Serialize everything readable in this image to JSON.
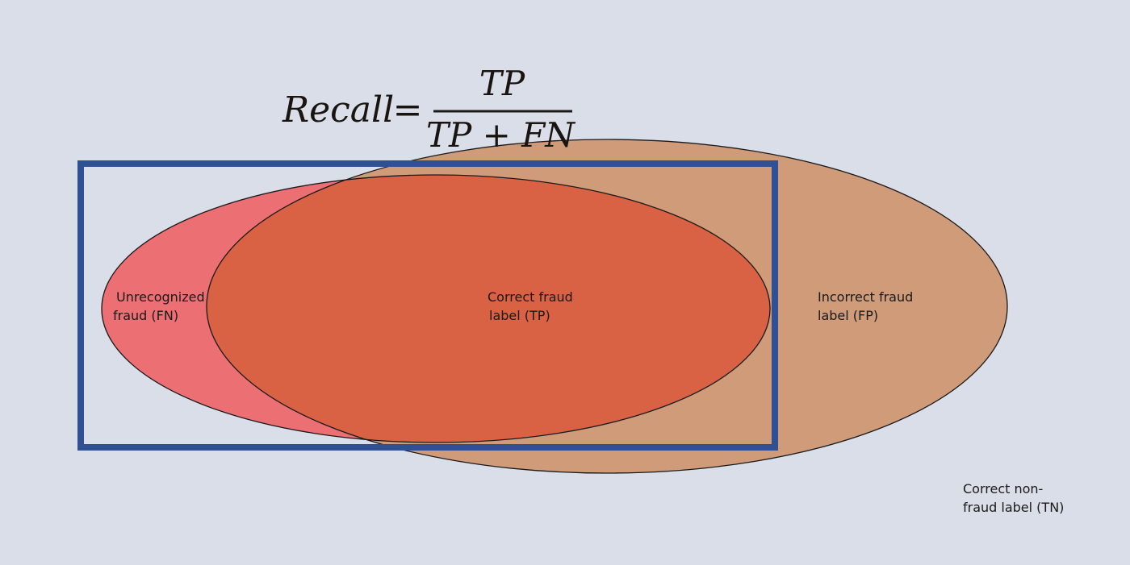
{
  "formula": {
    "lhs": "Recall",
    "equals": "=",
    "numerator": "TP",
    "denominator": "TP + FN"
  },
  "labels": {
    "fn": [
      "Unrecognized",
      "fraud (FN)"
    ],
    "tp": [
      "Correct fraud",
      "label (TP)"
    ],
    "fp": [
      "Incorrect fraud",
      "label (FP)"
    ],
    "tn": [
      "Correct non-",
      "fraud label (TN)"
    ]
  },
  "colors": {
    "background": "#d9dee8",
    "actual_fraud": "#ec6f74",
    "predicted_fraud": "#cf9b79",
    "overlap": "#d96244",
    "recall_frame": "#2f5093",
    "outline": "#1a1a1a"
  }
}
